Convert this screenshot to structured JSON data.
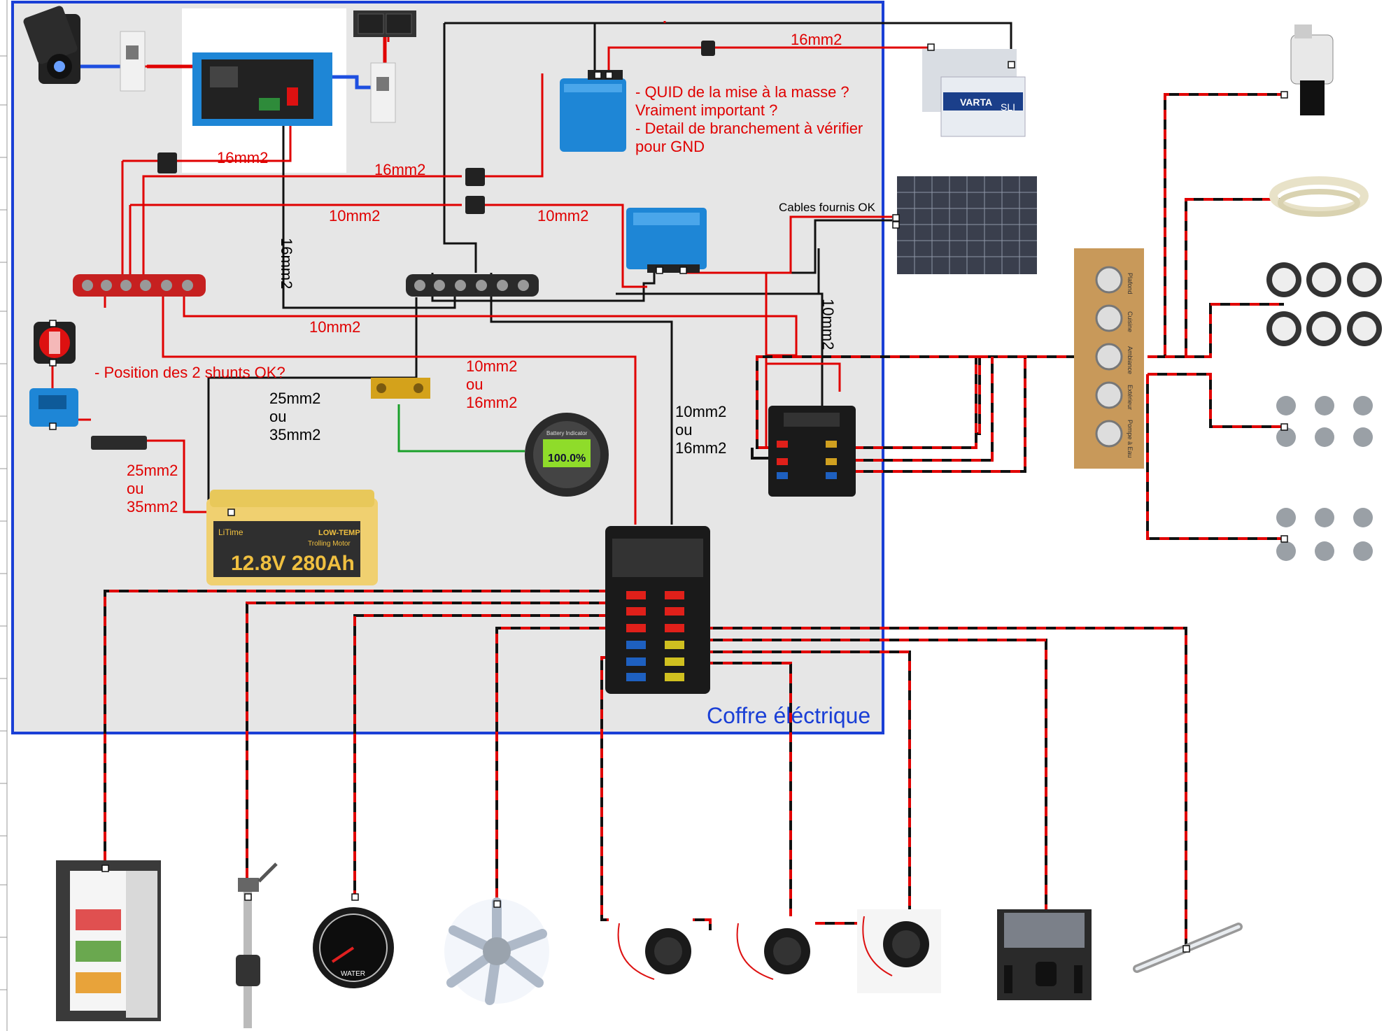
{
  "box": {
    "title": "Coffre éléctrique"
  },
  "labels": {
    "w_inverter_fuse": "16mm2",
    "w_charger_fuse": "16mm2",
    "w_battery_top": "16mm2",
    "w_mppt_left": "10mm2",
    "w_mppt_right": "10mm2",
    "w_vertical_16": "16mm2",
    "w_neg_to_bus": "10mm2",
    "w_right_vertical": "10mm2",
    "w_shunt_a": "25mm2",
    "w_shunt_b": "ou",
    "w_shunt_c": "35mm2",
    "w_bat_a": "25mm2",
    "w_bat_b": "ou",
    "w_bat_c": "35mm2",
    "w_mid_a": "10mm2",
    "w_mid_b": "ou",
    "w_mid_c": "16mm2",
    "w_fuse_a": "10mm2",
    "w_fuse_b": "ou",
    "w_fuse_c": "16mm2",
    "solar_note": "Cables fournis OK",
    "note_ground_1": "- QUID de la mise à la masse ?",
    "note_ground_2": "Vraiment important ?",
    "note_ground_3": "- Detail de branchement à vérifier",
    "note_ground_4": "pour GND",
    "note_shunt": "- Position des 2 shunts OK?"
  },
  "device_text": {
    "battery_brand": "LiTime",
    "battery_model": "12.8V 280Ah",
    "battery_tag": "LOW-TEMP",
    "battery_tag2": "Trolling Motor",
    "varta": "VARTA",
    "varta_sub": "SLI",
    "monitor_title": "Battery Indicator",
    "monitor_value": "100.0%",
    "gauge_label": "WATER",
    "panel_switch_1": "Plafond",
    "panel_switch_2": "Cuisine",
    "panel_switch_3": "Ambiance",
    "panel_switch_4": "Extérieur",
    "panel_switch_5": "Pompe à Eau"
  },
  "colors": {
    "box_border": "#1a3fd6",
    "box_fill": "#e6e6e6",
    "wire_pos": "#e00000",
    "wire_neg": "#111111",
    "wire_data": "#1aa02a",
    "victron_blue": "#1e86d6"
  },
  "icons": [
    "shore-inlet-icon",
    "breaker-icon",
    "inverter-charger-icon",
    "socket-outlet-icon",
    "charger-booster-icon",
    "starter-batteries-icon",
    "solar-panel-icon",
    "mppt-controller-icon",
    "fuse-holder-icon",
    "busbar-positive-icon",
    "busbar-negative-icon",
    "battery-switch-icon",
    "shunt-icon",
    "lithium-battery-icon",
    "battery-monitor-icon",
    "fuse-box-icon",
    "switch-panel-icon",
    "water-pump-icon",
    "led-strip-icon",
    "spotlight-icon",
    "fridge-icon",
    "water-sensor-icon",
    "water-gauge-icon",
    "fan-icon",
    "usb-socket-icon",
    "shower-icon",
    "led-bar-icon"
  ]
}
